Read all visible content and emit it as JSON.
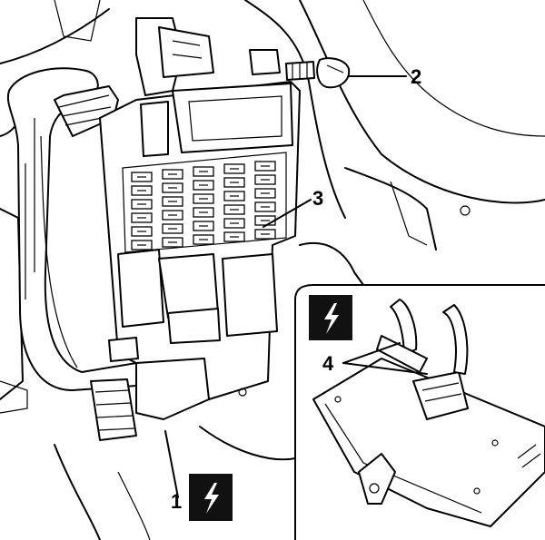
{
  "callouts": [
    {
      "id": "1",
      "label": "1"
    },
    {
      "id": "2",
      "label": "2"
    },
    {
      "id": "3",
      "label": "3"
    },
    {
      "id": "4",
      "label": "4"
    }
  ],
  "icons": {
    "hazard_symbol": "lightning-bolt-icon"
  },
  "colors": {
    "line": "#000000",
    "background": "#ffffff",
    "badge": "#111111"
  },
  "fuse_grid": {
    "rows": 6,
    "columns": 5
  }
}
